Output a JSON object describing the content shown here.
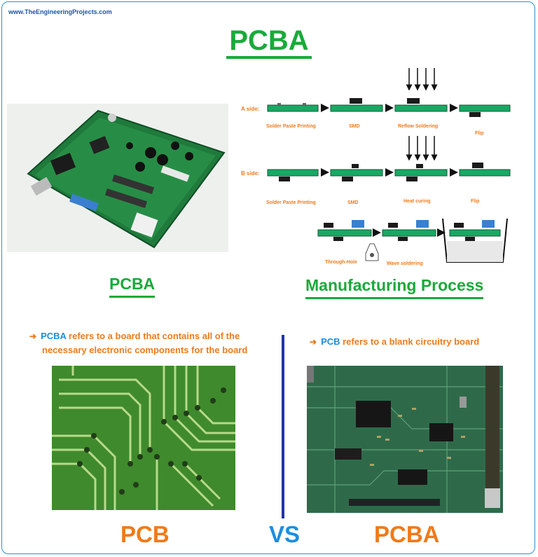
{
  "site": "www.TheEngineeringProjects.com",
  "title": "PCBA",
  "process": {
    "a_side_label": "A side:",
    "b_side_label": "B side:",
    "a_steps": [
      "Solder Paste Printing",
      "SMD",
      "Reflow Soldering",
      "Flip"
    ],
    "b_steps": [
      "Solder Paste Printing",
      "SMD",
      "Heat curing",
      "Flip"
    ],
    "c_steps": [
      "Through-Hole",
      "Wave soldering"
    ]
  },
  "labels": {
    "pcba_caption": "PCBA",
    "process_caption": "Manufacturing Process"
  },
  "desc": {
    "pcba_keyword": "PCBA",
    "pcba_text_line1": " refers to a board that contains all of the",
    "pcba_text_line2": "necessary electronic components for the board",
    "pcb_keyword": "PCB",
    "pcb_text": " refers to a blank circuitry board"
  },
  "bottom": {
    "left": "PCB",
    "vs": "VS",
    "right": "PCBA"
  },
  "colors": {
    "green": "#1aaa3a",
    "orange": "#f07a1a",
    "blue": "#1b8ee0",
    "navy": "#2233a8",
    "board": "#1aa864",
    "site_blue": "#1a55b0"
  },
  "icons": {
    "bullet": "right-arrow-icon"
  }
}
